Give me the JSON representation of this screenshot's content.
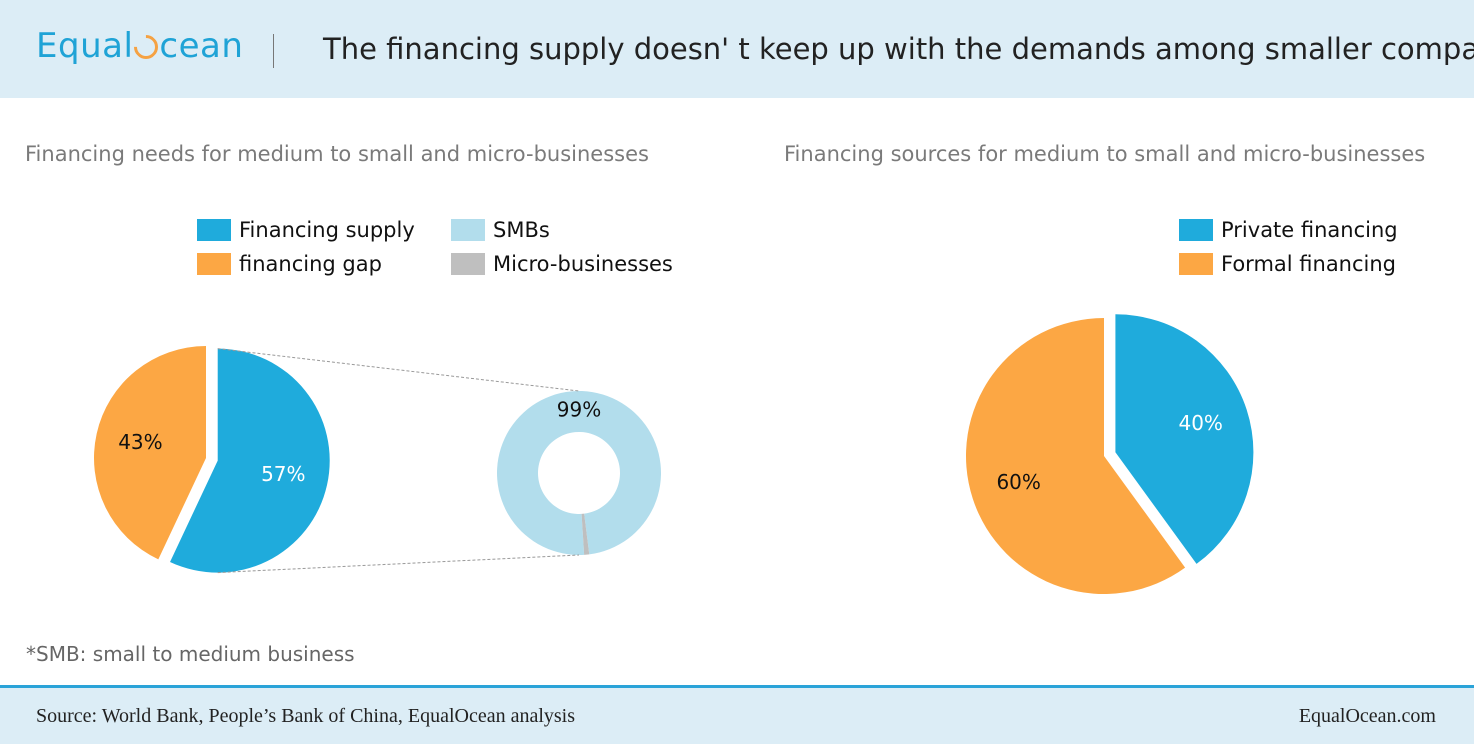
{
  "header": {
    "logo_text_left": "Equal",
    "logo_text_right": "cean",
    "title": "The financing supply doesn' t keep up with the demands among smaller companies"
  },
  "colors": {
    "blue": "#1fabdc",
    "orange": "#fca744",
    "light_blue": "#b2ddec",
    "gray": "#bfbfbf",
    "header_bg": "#dcedf6",
    "accent_line": "#2aa3d8"
  },
  "left_panel": {
    "subtitle": "Financing needs for medium to small and micro-businesses",
    "legend": [
      {
        "label": "Financing supply",
        "color": "#1fabdc"
      },
      {
        "label": "SMBs",
        "color": "#b2ddec"
      },
      {
        "label": "financing gap",
        "color": "#fca744"
      },
      {
        "label": "Micro-businesses",
        "color": "#bfbfbf"
      }
    ]
  },
  "right_panel": {
    "subtitle": "Financing sources for medium to small and micro-businesses",
    "legend": [
      {
        "label": "Private financing",
        "color": "#1fabdc"
      },
      {
        "label": "Formal financing",
        "color": "#fca744"
      }
    ]
  },
  "chart_data": [
    {
      "type": "pie",
      "series": [
        {
          "name": "Financing supply",
          "value": 57,
          "label": "57%",
          "color": "#1fabdc",
          "exploded": true
        },
        {
          "name": "financing gap",
          "value": 43,
          "label": "43%",
          "color": "#fca744"
        }
      ]
    },
    {
      "type": "pie",
      "variant": "donut",
      "series": [
        {
          "name": "SMBs",
          "value": 99,
          "label": "99%",
          "color": "#b2ddec"
        },
        {
          "name": "Micro-businesses",
          "value": 1,
          "color": "#bfbfbf"
        }
      ]
    },
    {
      "type": "pie",
      "series": [
        {
          "name": "Private financing",
          "value": 40,
          "label": "40%",
          "color": "#1fabdc",
          "exploded": true
        },
        {
          "name": "Formal financing",
          "value": 60,
          "label": "60%",
          "color": "#fca744"
        }
      ]
    }
  ],
  "footnote": "*SMB: small to medium business",
  "footer": {
    "source": "Source: World Bank, People’s Bank of China, EqualOcean analysis",
    "site": "EqualOcean.com"
  }
}
